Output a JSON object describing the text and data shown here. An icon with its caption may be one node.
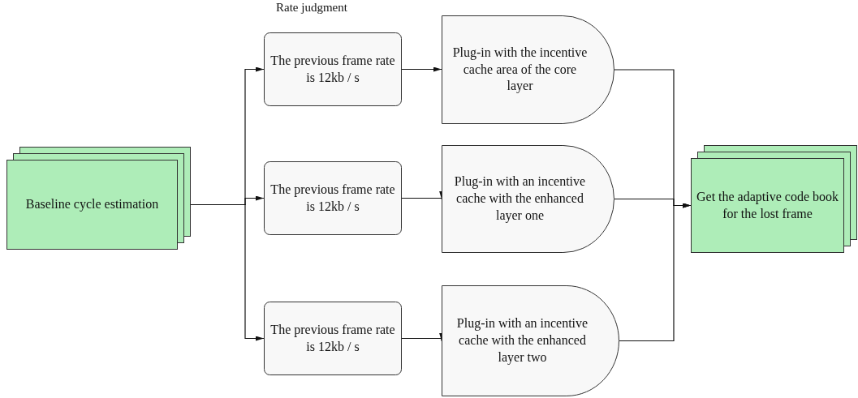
{
  "diagram": {
    "nodes": [
      {
        "text": [
          "Baseline cycle estimation"
        ]
      },
      {
        "text": [
          "The previous frame rate is 12kb / s"
        ]
      },
      {
        "text": [
          "The previous frame rate is 12kb / s"
        ]
      },
      {
        "text": [
          "The previous frame rate is 12kb / s"
        ]
      },
      {
        "text": [
          "Plug-in with the incentive cache area of the core layer"
        ]
      },
      {
        "text": [
          "Plug-in with an incentive cache with the enhanced layer one"
        ]
      },
      {
        "text": [
          "Plug-in with an incentive cache with the enhanced layer two"
        ]
      },
      {
        "text": [
          "Get the adaptive code book for the lost frame"
        ]
      }
    ],
    "edges": [
      {
        "from": 0,
        "to": 1,
        "arrow": "to"
      },
      {
        "from": 0,
        "to": 2,
        "arrow": "to"
      },
      {
        "from": 0,
        "to": 3,
        "arrow": "to"
      },
      {
        "from": 1,
        "to": 4,
        "arrow": "to"
      },
      {
        "from": 2,
        "to": 5,
        "arrow": "to"
      },
      {
        "from": 3,
        "to": 6,
        "arrow": "to"
      },
      {
        "from": 4,
        "to": 7,
        "arrow": "to"
      },
      {
        "from": 5,
        "to": 7,
        "arrow": "to"
      },
      {
        "from": 6,
        "to": 7,
        "arrow": "to"
      }
    ],
    "labels": [
      "Rate judgment"
    ]
  }
}
